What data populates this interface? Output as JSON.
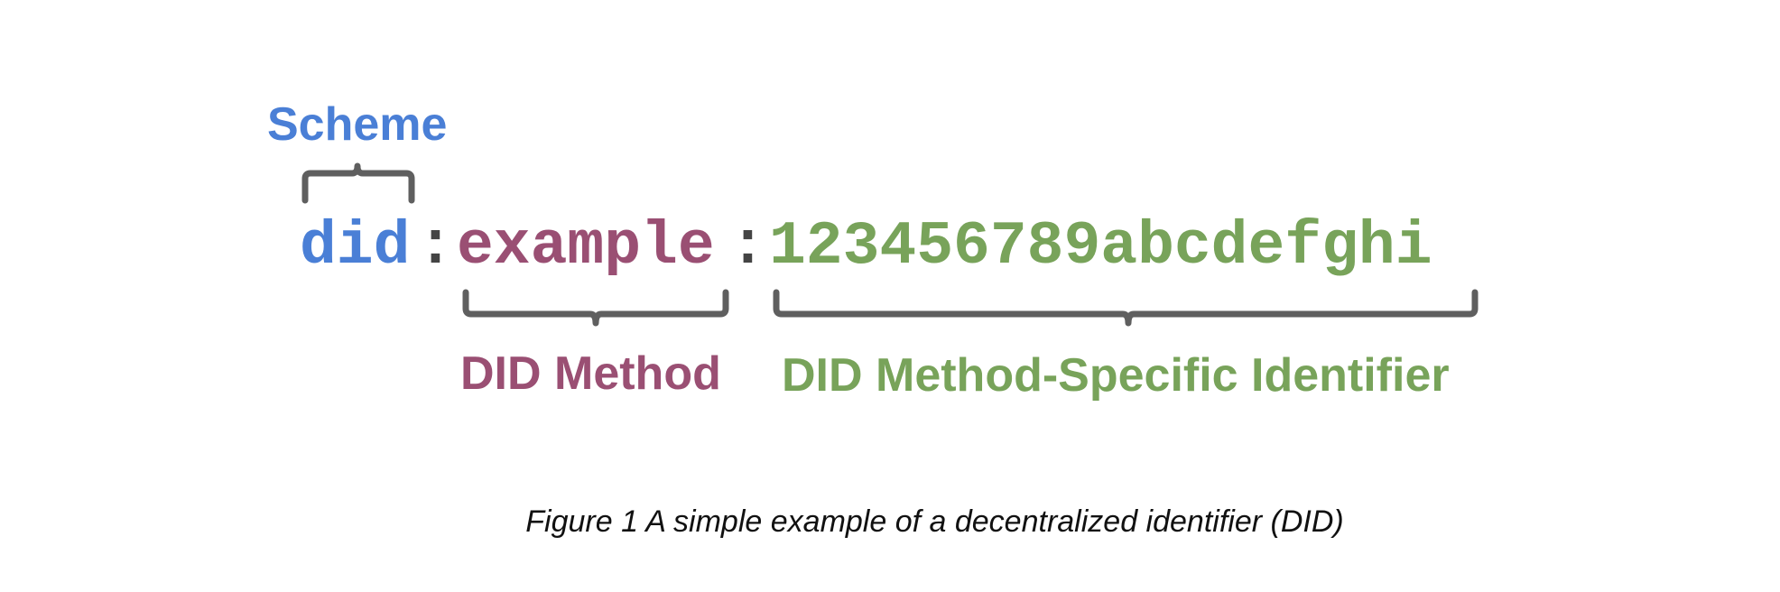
{
  "identifier": {
    "scheme": "did",
    "separator": ":",
    "method": "example",
    "method_specific_id": "123456789abcdefghi"
  },
  "labels": {
    "scheme": "Scheme",
    "method": "DID Method",
    "method_specific_id": "DID Method-Specific Identifier"
  },
  "caption": "Figure 1 A simple example of a decentralized identifier (DID)",
  "colors": {
    "scheme": "#4a7fd6",
    "method": "#9a4f73",
    "method_specific_id": "#78a35a",
    "separator": "#444444",
    "brace": "#5f5f5f"
  }
}
